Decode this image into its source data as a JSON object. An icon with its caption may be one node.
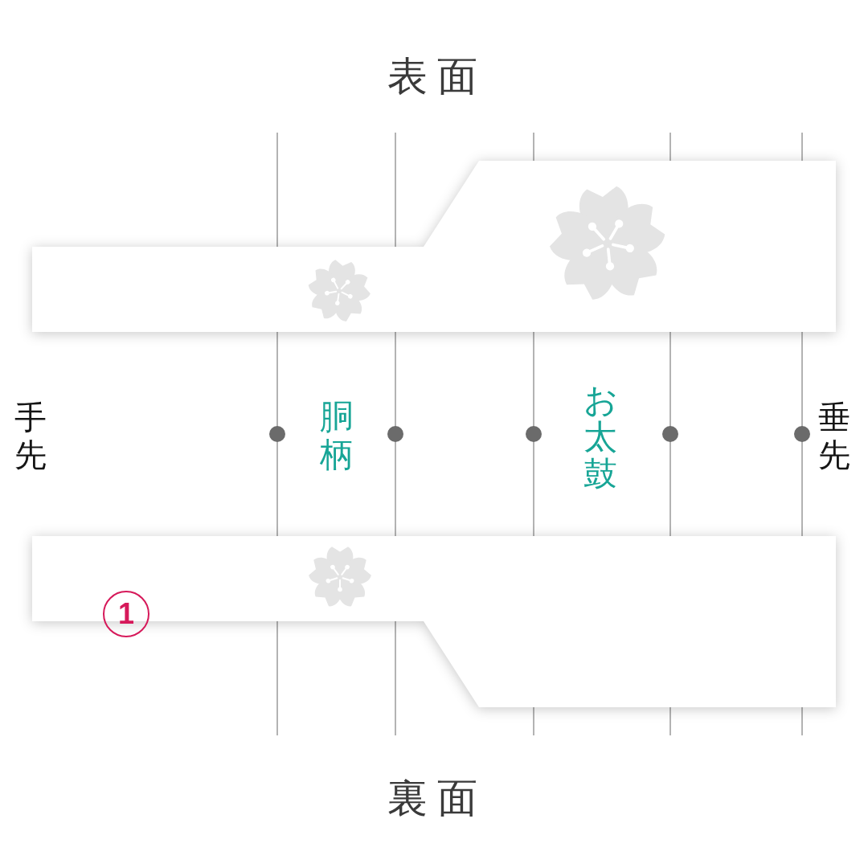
{
  "diagram": {
    "nodes": [
      {
        "text": [
          "表面"
        ]
      },
      {
        "text": [
          "裏面"
        ]
      }
    ],
    "labels": [
      "手先",
      "胴柄",
      "お太鼓",
      "垂先",
      "1"
    ]
  }
}
